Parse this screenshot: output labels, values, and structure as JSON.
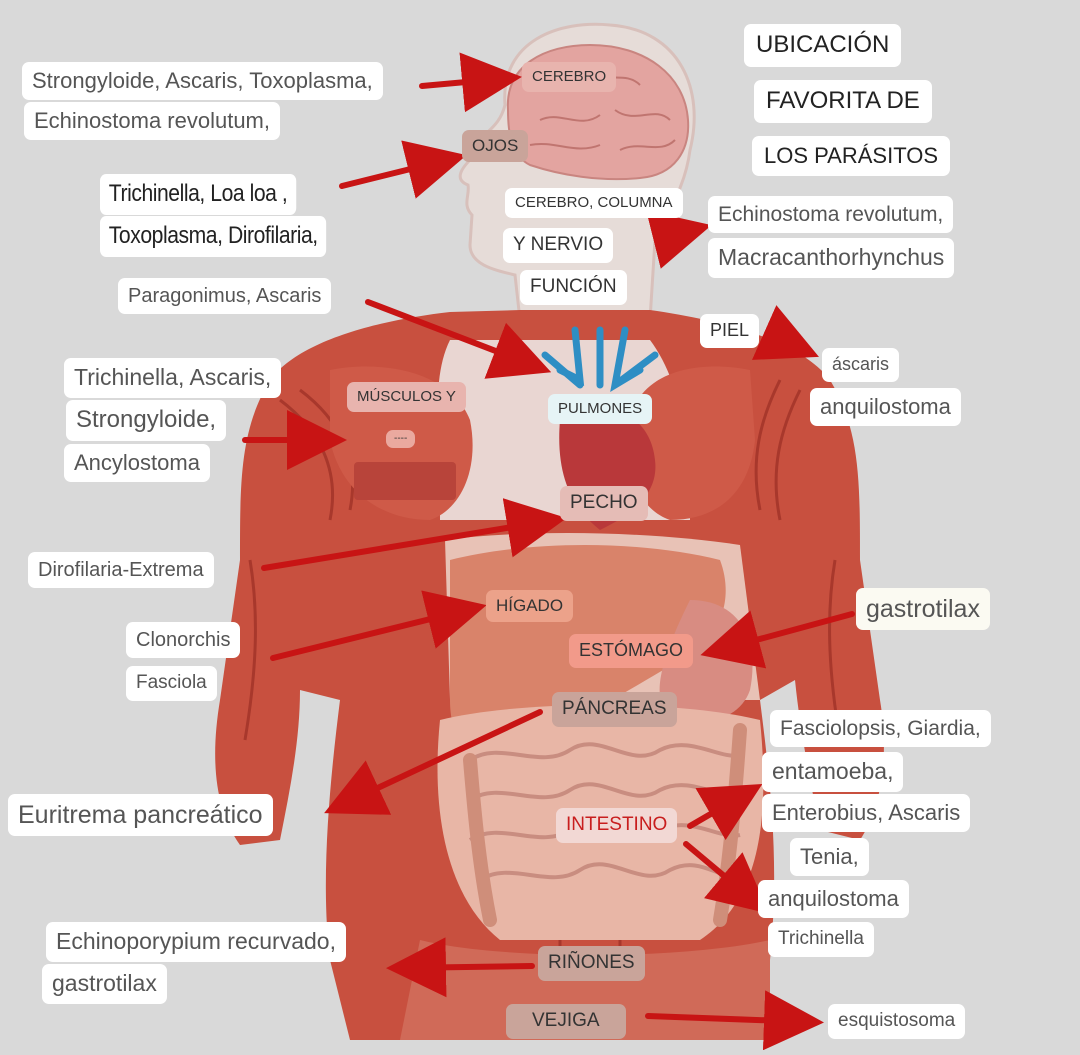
{
  "title": [
    "UBICACIÓN",
    "FAVORITA DE",
    "LOS PARÁSITOS"
  ],
  "organs": {
    "cerebro": "CEREBRO",
    "ojos": "OJOS",
    "cerebro_columna": [
      "CEREBRO, COLUMNA",
      "Y NERVIO",
      "FUNCIÓN"
    ],
    "piel": "PIEL",
    "musculos": [
      "MÚSCULOS Y",
      "----"
    ],
    "pulmones": "PULMONES",
    "pecho": "PECHO",
    "higado": "HÍGADO",
    "estomago": "ESTÓMAGO",
    "pancreas": "PÁNCREAS",
    "intestino": "INTESTINO",
    "rinones": "RIÑONES",
    "vejiga": "VEJIGA"
  },
  "parasites": {
    "cerebro": [
      "Strongyloide, Ascaris, Toxoplasma,",
      "Echinostoma revolutum,"
    ],
    "ojos": [
      "Trichinella, Loa loa ,",
      "Toxoplasma, Dirofilaria,"
    ],
    "cerebro_columna": [
      "Echinostoma revolutum,",
      "Macracanthorhynchus"
    ],
    "pulmones": [
      "Paragonimus, Ascaris"
    ],
    "piel": [
      "áscaris",
      "anquilostoma"
    ],
    "musculos": [
      "Trichinella, Ascaris,",
      "Strongyloide,",
      "Ancylostoma"
    ],
    "pecho": [
      "Dirofilaria-Extrema"
    ],
    "higado": [
      "Clonorchis",
      "Fasciola"
    ],
    "estomago": [
      "gastrotilax"
    ],
    "pancreas": [
      "Euritrema pancreático"
    ],
    "intestino": [
      "Fasciolopsis, Giardia,",
      "entamoeba,",
      "Enterobius, Ascaris",
      "Tenia,",
      "anquilostoma",
      "Trichinella"
    ],
    "rinones": [
      "Echinoporypium recurvado,",
      "gastrotilax"
    ],
    "vejiga": [
      "esquistosoma"
    ]
  },
  "colors": {
    "background": "#d9d9d9",
    "muscle": "#c8503f",
    "arrow": "#c81414",
    "liver": "#d9836a",
    "intestine": "#e8b6a6",
    "vessel_blue": "#2e8ec4",
    "heart": "#b9383a"
  }
}
